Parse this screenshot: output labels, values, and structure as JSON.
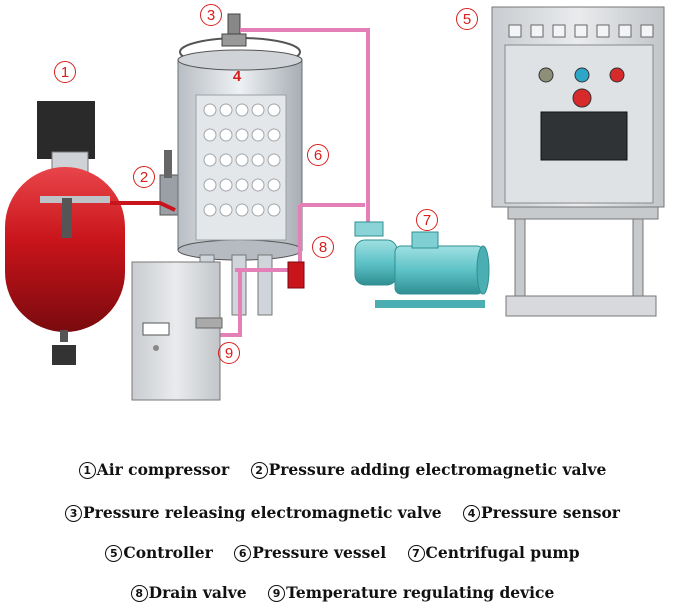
{
  "callouts": [
    "1",
    "2",
    "3",
    "4",
    "5",
    "6",
    "7",
    "8",
    "9"
  ],
  "legend": [
    {
      "num": "1",
      "label": "Air compressor"
    },
    {
      "num": "2",
      "label": "Pressure adding electromagnetic valve"
    },
    {
      "num": "3",
      "label": "Pressure releasing electromagnetic valve"
    },
    {
      "num": "4",
      "label": "Pressure sensor"
    },
    {
      "num": "5",
      "label": "Controller"
    },
    {
      "num": "6",
      "label": "Pressure vessel"
    },
    {
      "num": "7",
      "label": "Centrifugal pump"
    },
    {
      "num": "8",
      "label": "Drain valve"
    },
    {
      "num": "9",
      "label": "Temperature regulating device"
    }
  ],
  "colors": {
    "callout": "#d7201e",
    "tank": "#c8141a",
    "pipe": "#e57fb8",
    "pump": "#5ec3c7",
    "steel": "#d8dadc"
  }
}
